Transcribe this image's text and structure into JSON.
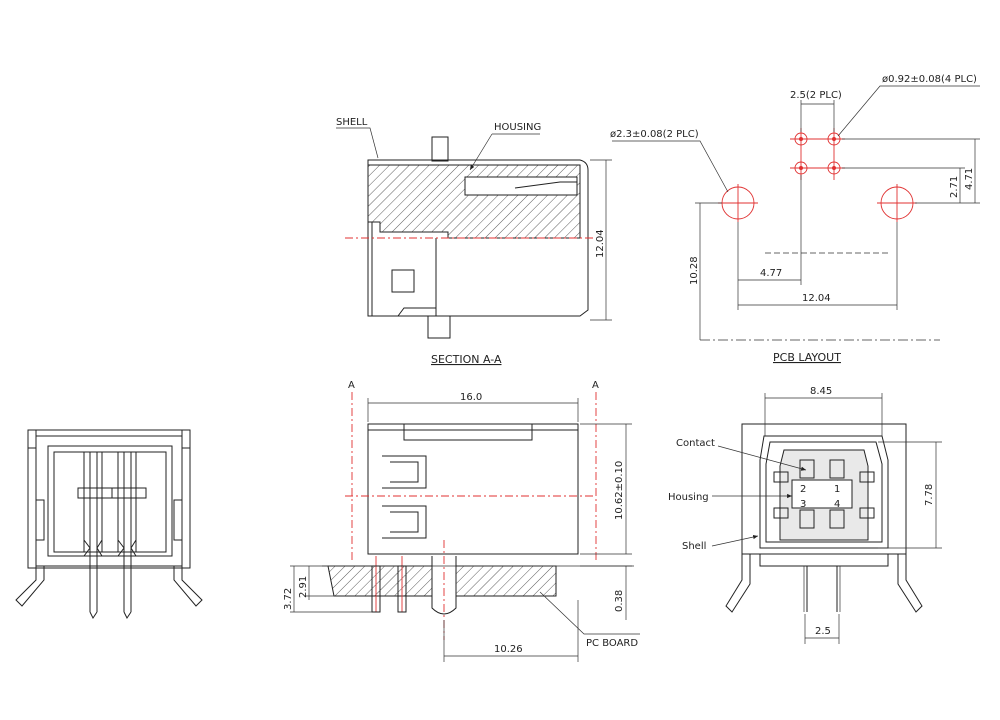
{
  "views": {
    "section": {
      "title": "SECTION A-A",
      "shell": "SHELL",
      "housing": "HOUSING",
      "height": "12.04"
    },
    "pcb": {
      "title": "PCB LAYOUT",
      "pitch": "2.5(2 PLC)",
      "small_hole": "ø0.92±0.08(4 PLC)",
      "large_hole": "ø2.3±0.08(2 PLC)",
      "d_471": "4.71",
      "d_271": "2.71",
      "d_1028": "10.28",
      "d_477": "4.77",
      "d_1204": "12.04"
    },
    "side": {
      "width": "16.0",
      "height": "10.62±0.10",
      "d_372": "3.72",
      "d_291": "2.91",
      "d_038": "0.38",
      "d_1026": "10.26",
      "pc_board": "PC BOARD",
      "section_mark_left": "A",
      "section_mark_right": "A"
    },
    "front": {
      "width": "8.45",
      "height": "7.78",
      "pitch": "2.5",
      "contact": "Contact",
      "housing": "Housing",
      "shell": "Shell",
      "pins": [
        "2",
        "1",
        "3",
        "4"
      ]
    }
  }
}
